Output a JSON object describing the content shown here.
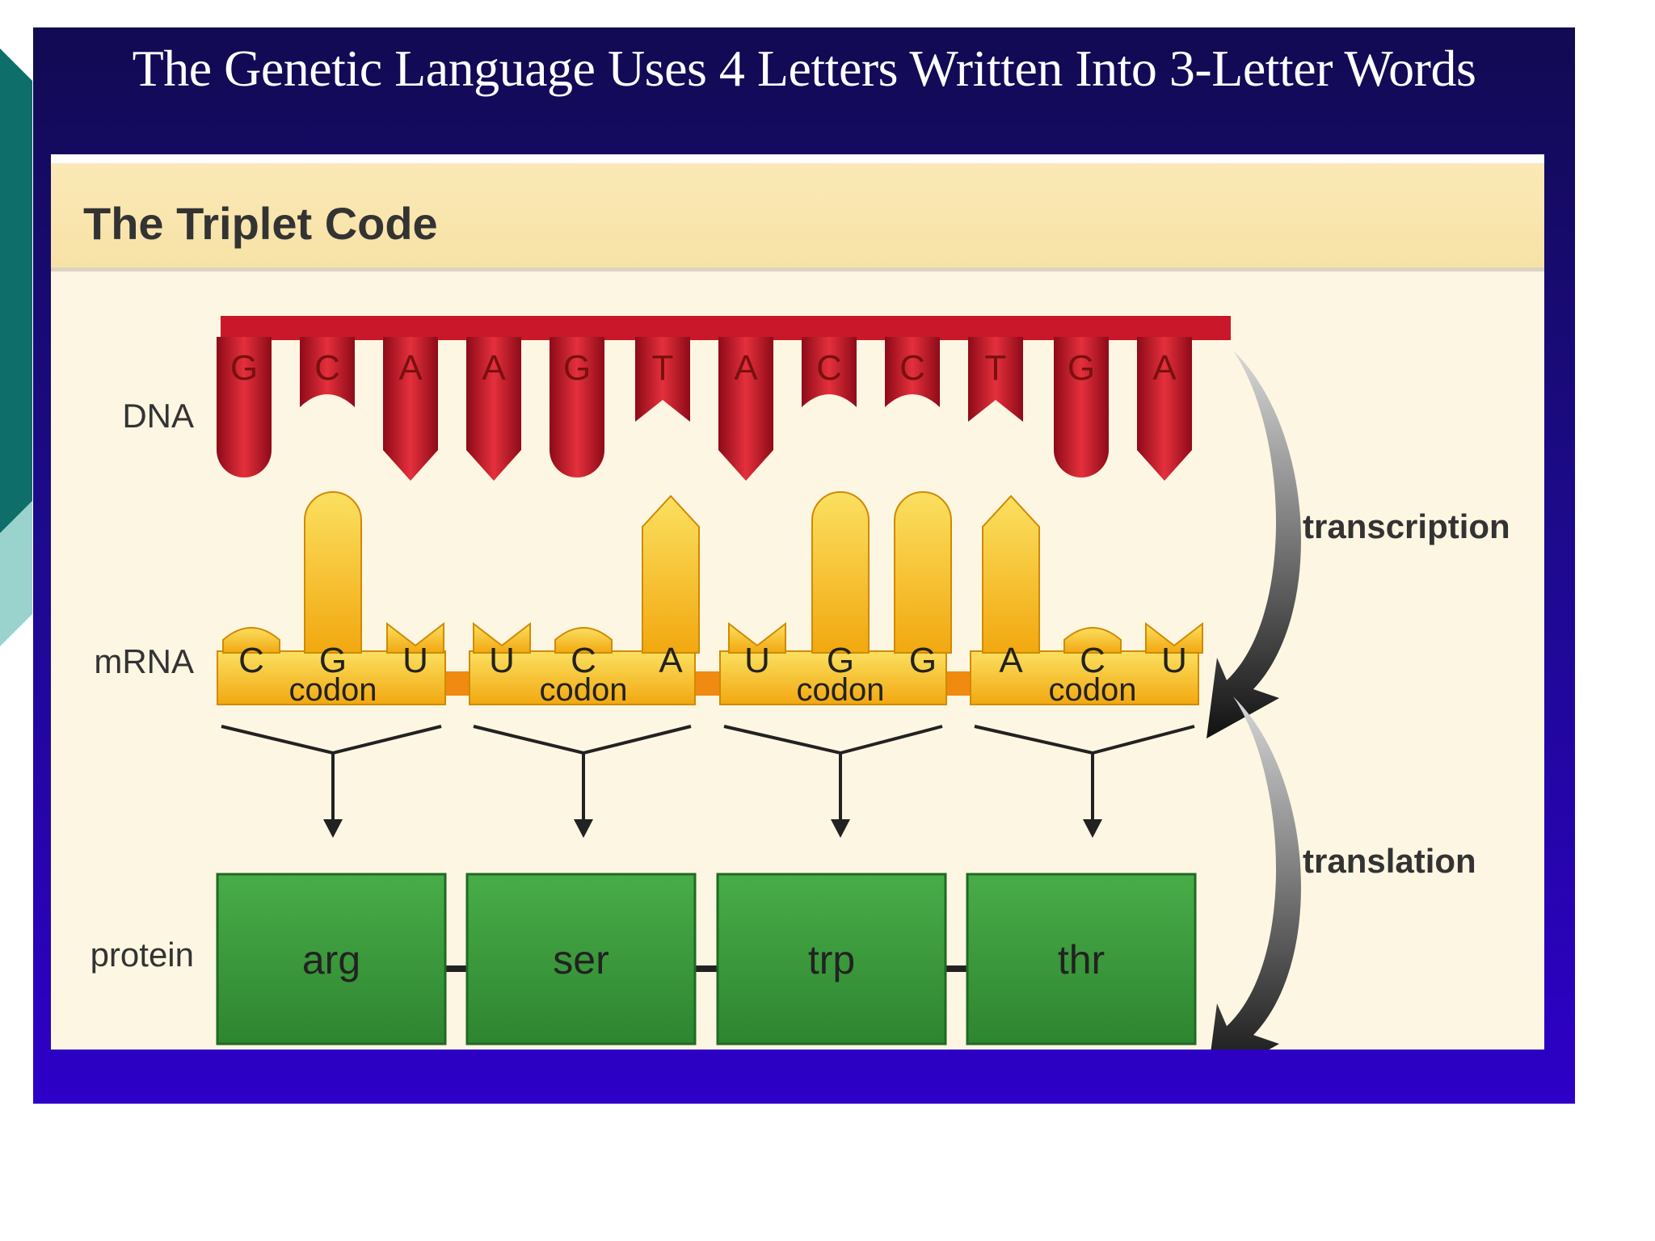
{
  "slide": {
    "title": "The Genetic Language Uses 4 Letters Written Into 3-Letter Words"
  },
  "panel": {
    "title": "The Triplet Code"
  },
  "rows": {
    "dna": "DNA",
    "mrna": "mRNA",
    "protein": "protein"
  },
  "dna_bases": [
    "G",
    "C",
    "A",
    "A",
    "G",
    "T",
    "A",
    "C",
    "C",
    "T",
    "G",
    "A"
  ],
  "mrna_bases": [
    "C",
    "G",
    "U",
    "U",
    "C",
    "A",
    "U",
    "G",
    "G",
    "A",
    "C",
    "U"
  ],
  "codon_label": "codon",
  "amino_acids": [
    "arg",
    "ser",
    "trp",
    "thr"
  ],
  "processes": {
    "transcription": "transcription",
    "translation": "translation"
  },
  "colors": {
    "background": "#1a0a80",
    "panel": "#fdf6e2",
    "dna": "#c8182a",
    "mrna": "#f8c620",
    "mrna_link": "#f08a10",
    "protein": "#3a9a3a"
  }
}
